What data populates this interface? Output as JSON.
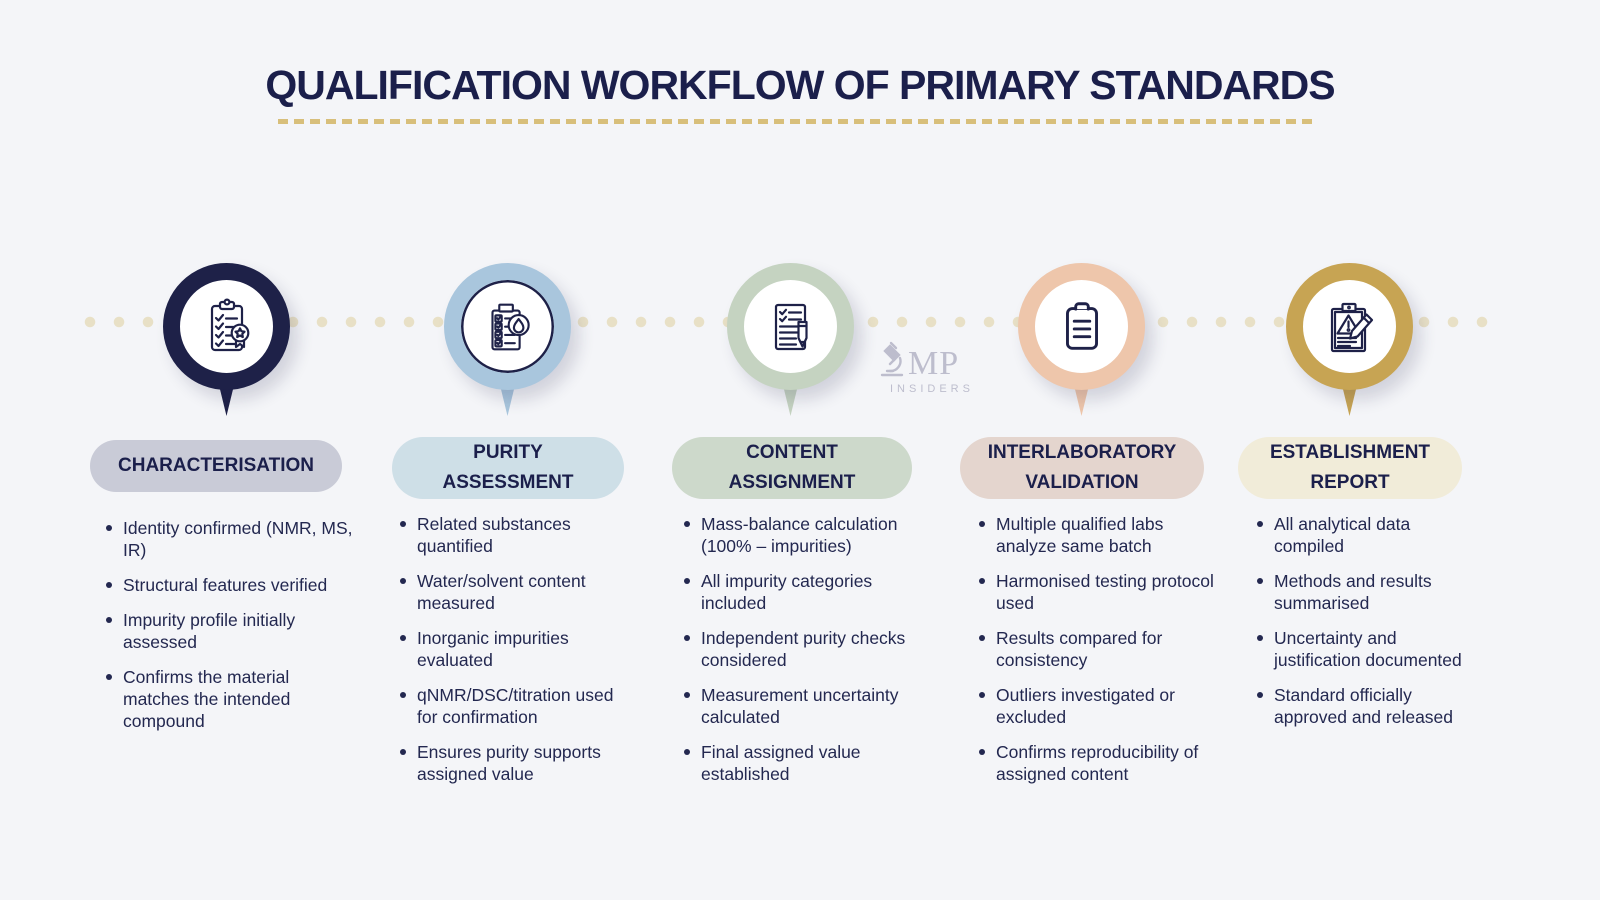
{
  "canvas": {
    "background": "#f4f5f8",
    "text_color": "#1b1f4b"
  },
  "header": {
    "title": "QUALIFICATION WORKFLOW OF PRIMARY STANDARDS",
    "underline_color": "#d8bf7b"
  },
  "timeline": {
    "dot_color": "#e8e0c6"
  },
  "watermark": {
    "icon": "microscope-icon",
    "brand": "MP",
    "subtitle": "INSIDERS",
    "color": "#aeaec2"
  },
  "stages": [
    {
      "name": "characterisation",
      "title_lines": [
        "CHARACTERISATION"
      ],
      "icon": "clipboard-checklist-award-icon",
      "ring_color": "#1e2148",
      "pill_color": "#c9cbd7",
      "bullets": [
        "Identity confirmed (NMR, MS, IR)",
        "Structural features verified",
        "Impurity profile initially assessed",
        "Confirms the material matches the intended compound"
      ]
    },
    {
      "name": "purity-assessment",
      "title_lines": [
        "PURITY",
        "ASSESSMENT"
      ],
      "icon": "clipboard-droplet-icon",
      "ring_color": "#a9c6dd",
      "pill_color": "#cedfe7",
      "bullets": [
        "Related substances quantified",
        "Water/solvent content measured",
        "Inorganic impurities evaluated",
        "qNMR/DSC/titration used for confirmation",
        "Ensures purity supports assigned value"
      ]
    },
    {
      "name": "content-assignment",
      "title_lines": [
        "CONTENT",
        "ASSIGNMENT"
      ],
      "icon": "document-pencil-icon",
      "ring_color": "#c5d3c1",
      "pill_color": "#cdd9cb",
      "bullets": [
        "Mass-balance calculation (100% – impurities)",
        "All impurity categories included",
        "Independent purity checks considered",
        "Measurement uncertainty calculated",
        "Final assigned value established"
      ]
    },
    {
      "name": "interlaboratory-validation",
      "title_lines": [
        "INTERLABORATORY",
        "VALIDATION"
      ],
      "icon": "clipboard-lines-icon",
      "ring_color": "#eec6ab",
      "pill_color": "#e4d5ce",
      "bullets": [
        "Multiple qualified labs analyze same batch",
        "Harmonised testing protocol used",
        "Results compared for consistency",
        "Outliers investigated or excluded",
        "Confirms reproducibility of assigned content"
      ]
    },
    {
      "name": "establishment-report",
      "title_lines": [
        "ESTABLISHMENT",
        "REPORT"
      ],
      "icon": "clipboard-warning-pencil-icon",
      "ring_color": "#c7a453",
      "pill_color": "#f1ecd9",
      "bullets": [
        "All analytical data compiled",
        "Methods and results summarised",
        "Uncertainty and justification documented",
        "Standard officially approved and released"
      ]
    }
  ]
}
